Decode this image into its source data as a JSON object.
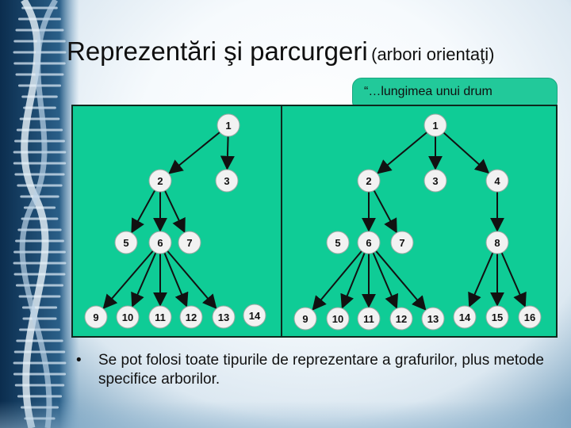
{
  "slide": {
    "title_main": "Reprezentări şi parcurgeri",
    "title_sub": "(arbori orientaţi)",
    "callout_text": "“…lungimea unui drum",
    "bullet_symbol": "•",
    "bullet_text": "Se pot folosi toate tipurile de reprezentare a grafurilor, plus metode specifice arborilor."
  },
  "colors": {
    "tree_bg": "#0fcc96",
    "callout_bg": "#22c99a",
    "node_fill": "#f2f2f2",
    "edge": "#111111"
  },
  "trees": {
    "left": {
      "nodes": [
        "1",
        "2",
        "3",
        "5",
        "6",
        "7",
        "9",
        "10",
        "11",
        "12",
        "13",
        "14"
      ],
      "edges": [
        [
          "1",
          "2"
        ],
        [
          "1",
          "3"
        ],
        [
          "2",
          "5"
        ],
        [
          "2",
          "6"
        ],
        [
          "2",
          "7"
        ],
        [
          "6",
          "9"
        ],
        [
          "6",
          "10"
        ],
        [
          "6",
          "11"
        ],
        [
          "6",
          "12"
        ],
        [
          "6",
          "13"
        ]
      ]
    },
    "right": {
      "nodes": [
        "1",
        "2",
        "3",
        "4",
        "5",
        "6",
        "7",
        "8",
        "9",
        "10",
        "11",
        "12",
        "13",
        "14",
        "15",
        "16"
      ],
      "edges": [
        [
          "1",
          "2"
        ],
        [
          "1",
          "3"
        ],
        [
          "1",
          "4"
        ],
        [
          "2",
          "6"
        ],
        [
          "2",
          "7"
        ],
        [
          "4",
          "8"
        ],
        [
          "6",
          "9"
        ],
        [
          "6",
          "10"
        ],
        [
          "6",
          "11"
        ],
        [
          "6",
          "12"
        ],
        [
          "6",
          "13"
        ],
        [
          "8",
          "14"
        ],
        [
          "8",
          "15"
        ],
        [
          "8",
          "16"
        ]
      ]
    }
  }
}
